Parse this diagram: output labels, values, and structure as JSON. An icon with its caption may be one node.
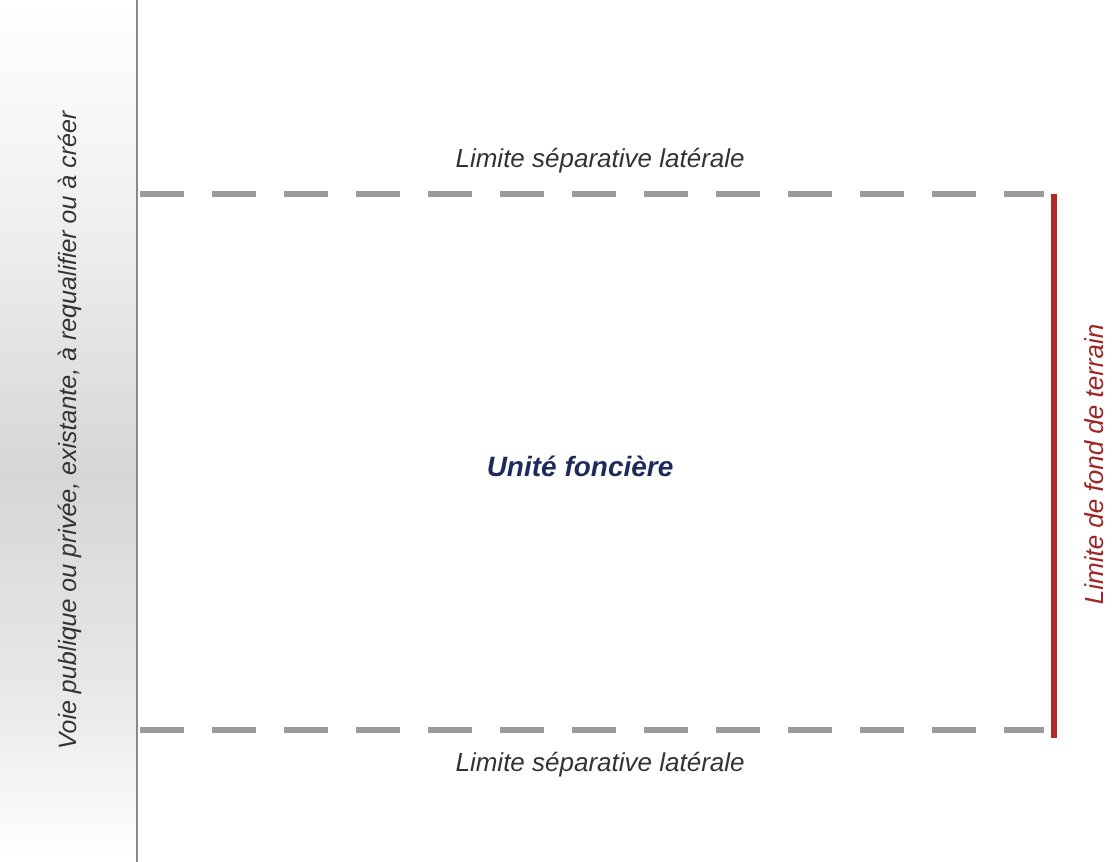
{
  "diagram": {
    "nodes": [
      {
        "text": [
          "Voie publique ou privée,  existante,  à requalifier ou à créer"
        ]
      },
      {
        "text": [
          "Unité foncière"
        ]
      }
    ],
    "labels": [
      "Limite séparative latérale",
      "Limite de fond de terrain",
      "Limite séparative latérale"
    ]
  }
}
